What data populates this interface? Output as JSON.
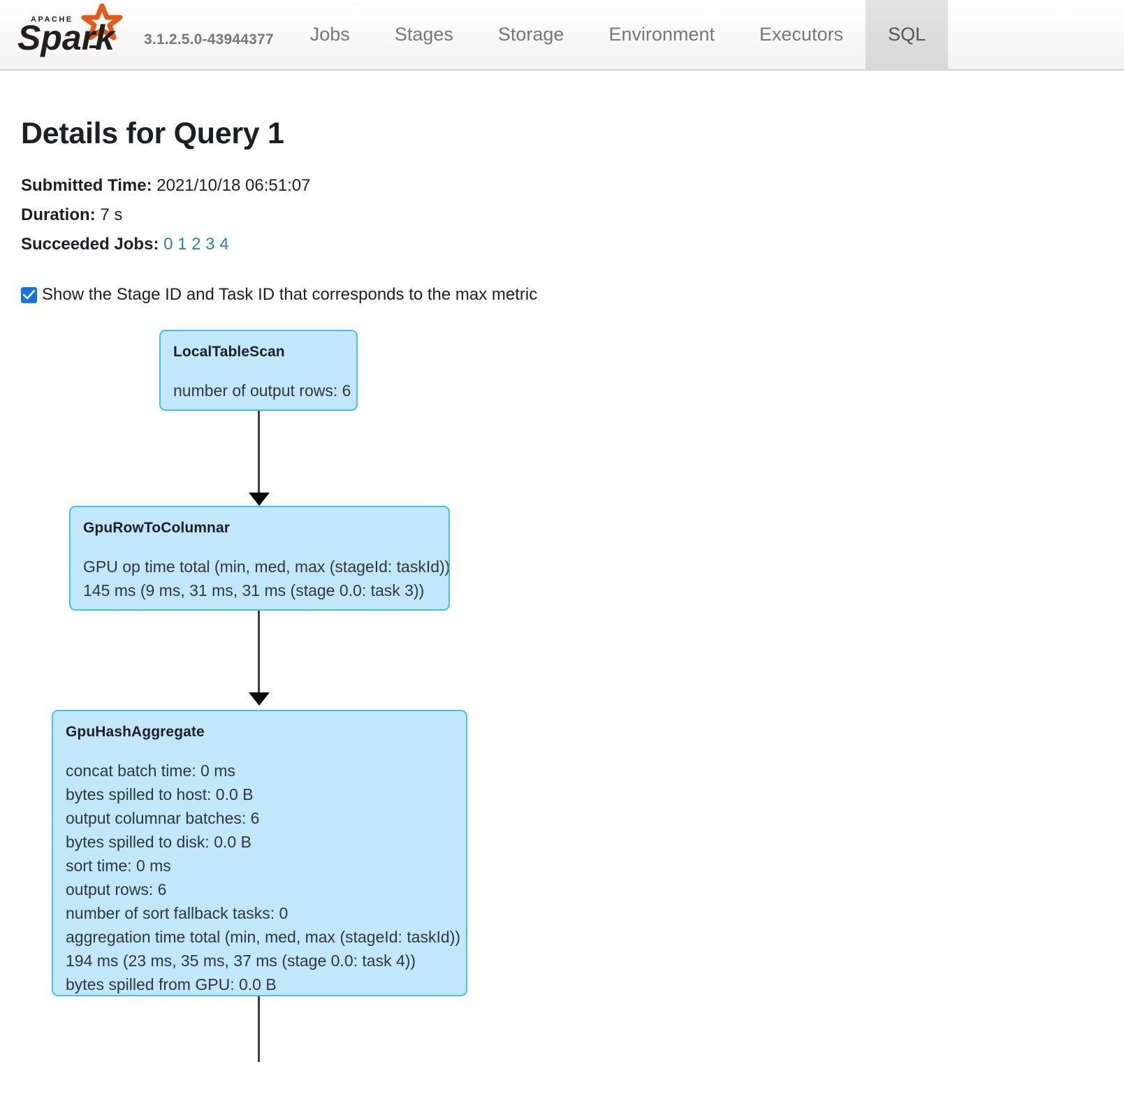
{
  "navbar": {
    "brand_alt": "Apache Spark",
    "version": "3.1.2.5.0-43944377",
    "tabs": [
      {
        "label": "Jobs",
        "active": false
      },
      {
        "label": "Stages",
        "active": false
      },
      {
        "label": "Storage",
        "active": false
      },
      {
        "label": "Environment",
        "active": false
      },
      {
        "label": "Executors",
        "active": false
      },
      {
        "label": "SQL",
        "active": true
      }
    ]
  },
  "page": {
    "title": "Details for Query 1",
    "submitted_time_label": "Submitted Time:",
    "submitted_time_value": "2021/10/18 06:51:07",
    "duration_label": "Duration:",
    "duration_value": "7 s",
    "succeeded_jobs_label": "Succeeded Jobs:",
    "succeeded_jobs": [
      "0",
      "1",
      "2",
      "3",
      "4"
    ],
    "checkbox_label": "Show the Stage ID and Task ID that corresponds to the max metric",
    "checkbox_checked": true
  },
  "dag": {
    "nodes": [
      {
        "id": "local-table-scan",
        "title": "LocalTableScan",
        "metrics": [
          "number of output rows: 6"
        ]
      },
      {
        "id": "gpu-row-to-columnar",
        "title": "GpuRowToColumnar",
        "metrics": [
          "GPU op time total (min, med, max (stageId: taskId))",
          "145 ms (9 ms, 31 ms, 31 ms (stage 0.0: task 3))"
        ]
      },
      {
        "id": "gpu-hash-aggregate",
        "title": "GpuHashAggregate",
        "metrics": [
          "concat batch time: 0 ms",
          "bytes spilled to host: 0.0 B",
          "output columnar batches: 6",
          "bytes spilled to disk: 0.0 B",
          "sort time: 0 ms",
          "output rows: 6",
          "number of sort fallback tasks: 0",
          "aggregation time total (min, med, max (stageId: taskId))",
          "194 ms (23 ms, 35 ms, 37 ms (stage 0.0: task 4))",
          "bytes spilled from GPU: 0.0 B"
        ]
      }
    ]
  },
  "colors": {
    "node_fill": "#c2e7fb",
    "node_border": "#3fc2f0",
    "link": "#2b7fb8",
    "checkbox": "#1673e6",
    "edge": "#3c3c3c"
  }
}
